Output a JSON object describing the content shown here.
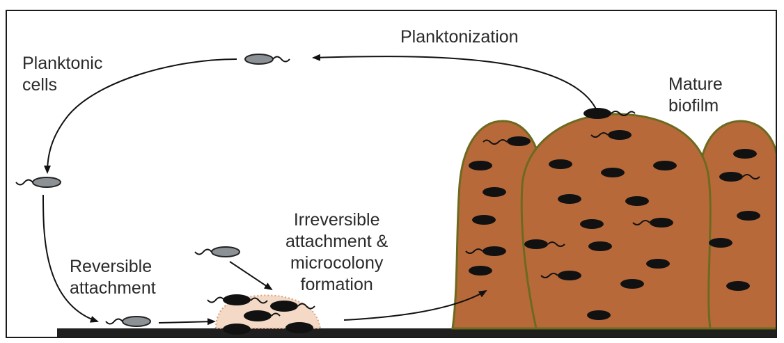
{
  "labels": {
    "planktonization": "Planktonization",
    "planktonic_cells": [
      "Planktonic",
      "cells"
    ],
    "mature_biofilm": [
      "Mature",
      "biofilm"
    ],
    "irreversible": [
      "Irreversible",
      "attachment &",
      "microcolony",
      "formation"
    ],
    "reversible": [
      "Reversible",
      "attachment"
    ]
  },
  "colors": {
    "biofilm_fill": "#b8693a",
    "biofilm_edge": "#6b6a1f",
    "cell_gray": "#8c9196",
    "cell_black": "#111111",
    "substratum": "#1f1f1f",
    "matrix_dots": "#d9a07a"
  }
}
